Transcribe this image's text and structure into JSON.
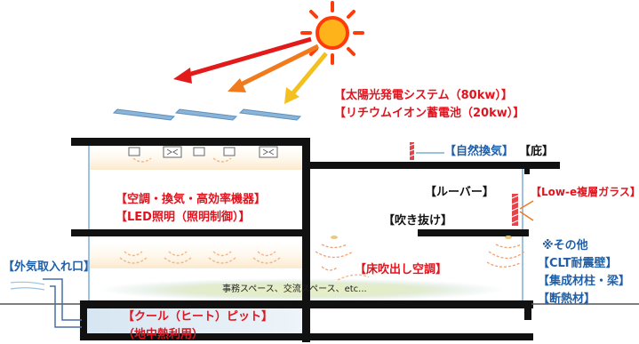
{
  "colors": {
    "structure": "#111111",
    "label_red": "#e0141e",
    "label_blue": "#1f5fa8",
    "sun": "#ff3b0a",
    "ray_red": "#e21a1a",
    "ray_orange": "#f07a1e",
    "ray_yellow": "#f4c020",
    "panel": "#8ab4d8",
    "floor_glow": "#dfe9b3",
    "duct": "#4a6fa5"
  },
  "icons": [
    "sun-icon",
    "solar-panel-icon",
    "ceiling-light-icon",
    "air-vent-icon",
    "pendant-lamp-icon",
    "natural-ventilation-arrow-icon",
    "hvac-arrow-icon"
  ],
  "labels": {
    "solar": "【太陽光発電システム（80kw）】",
    "battery": "【リチウムイオン蓄電池（20kw）】",
    "natural_vent": "【自然換気】",
    "eaves": "【庇】",
    "louver": "【ルーバー】",
    "lowe_glass": "【Low-e複層ガラス】",
    "hvac": "【空調・換気・高効率機器】",
    "led": "【LED照明（照明制御）】",
    "atrium": "【吹き抜け】",
    "other": "※その他",
    "clt": "【CLT耐震壁】",
    "glulam": "【集成材柱・梁】",
    "insulation": "【断熱材】",
    "air_intake": "【外気取入れ口】",
    "floor_ac": "【床吹出し空調】",
    "spaces": "事務スペース、交流スペース、etc...",
    "cool_pit": "【クール（ヒート）ピット】",
    "geothermal": "（地中熱利用）"
  }
}
